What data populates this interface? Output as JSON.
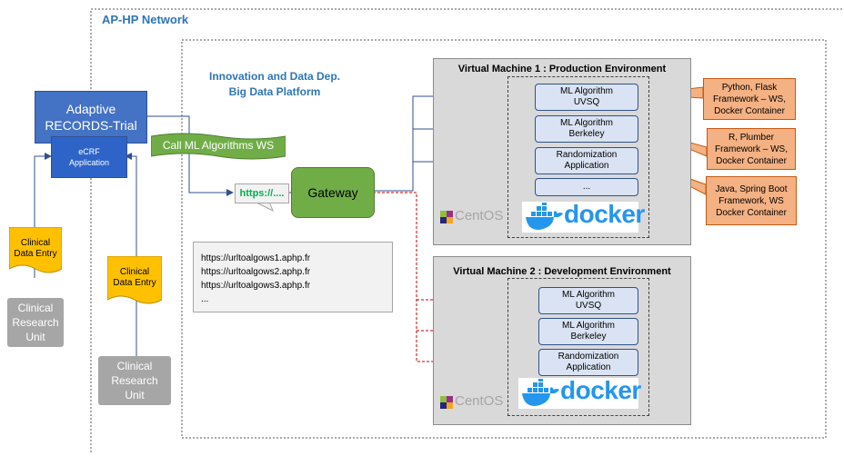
{
  "network_label": "AP-HP Network",
  "department": {
    "line1": "Innovation and Data Dep.",
    "line2": "Big Data Platform"
  },
  "adaptive": {
    "line1": "Adaptive",
    "line2": "RECORDS-Trial"
  },
  "ecrf": {
    "line1": "eCRF",
    "line2": "Application"
  },
  "call_banner": "Call ML Algorithms WS",
  "https_label": "https://....",
  "gateway_label": "Gateway",
  "urls": [
    "https://urltoalgows1.aphp.fr",
    "https://urltoalgows2.aphp.fr",
    "https://urltoalgows3.aphp.fr",
    "..."
  ],
  "clinical_entry": {
    "line1": "Clinical",
    "line2": "Data Entry"
  },
  "research_unit": {
    "line1": "Clinical",
    "line2": "Research",
    "line3": "Unit"
  },
  "vm1": {
    "title": "Virtual Machine 1 : Production Environment",
    "algos": [
      {
        "line1": "ML Algorithm",
        "line2": "UVSQ"
      },
      {
        "line1": "ML Algorithm",
        "line2": "Berkeley"
      },
      {
        "line1": "Randomization",
        "line2": "Application"
      },
      {
        "line1": "...",
        "line2": ""
      }
    ]
  },
  "vm2": {
    "title": "Virtual Machine 2 : Development Environment",
    "algos": [
      {
        "line1": "ML Algorithm",
        "line2": "UVSQ"
      },
      {
        "line1": "ML Algorithm",
        "line2": "Berkeley"
      },
      {
        "line1": "Randomization",
        "line2": "Application"
      }
    ]
  },
  "callouts": [
    {
      "line1": "Python, Flask",
      "line2": "Framework – WS,",
      "line3": "Docker Container"
    },
    {
      "line1": "R, Plumber",
      "line2": "Framework – WS,",
      "line3": "Docker Container"
    },
    {
      "line1": "Java, Spring Boot",
      "line2": "Framework, WS",
      "line3": "Docker Container"
    }
  ],
  "centos_label": "CentOS",
  "docker_label": "docker",
  "colors": {
    "accent_blue": "#2e75b6",
    "gateway_green": "#70ad47",
    "banner_green": "#70ad47",
    "entry_yellow": "#ffc000",
    "callout_orange": "#f4b183",
    "link_red": "#c00000"
  }
}
